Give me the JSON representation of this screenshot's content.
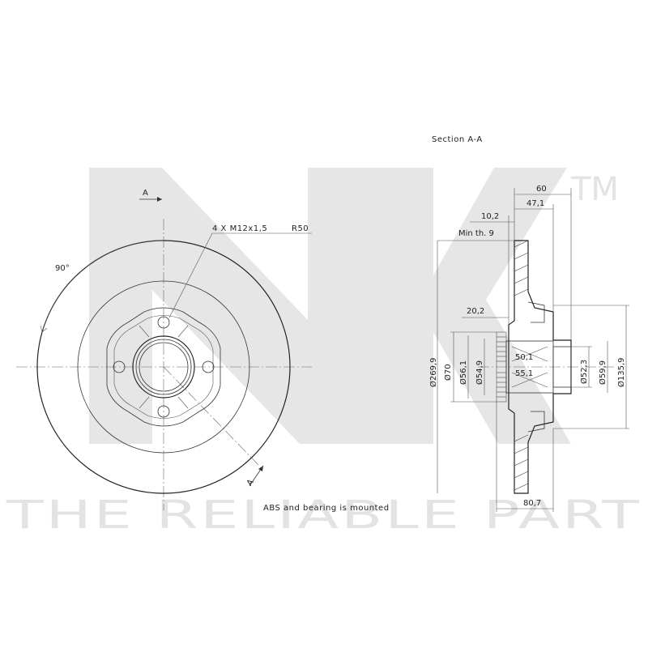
{
  "watermark": {
    "logo_text": "NK",
    "trademark": "TM",
    "tagline": "THE RELIABLE PART"
  },
  "front_view": {
    "section_marker_top": "A",
    "section_marker_bottom": "A",
    "angle_label": "90°",
    "bolt_spec": "4 X M12x1,5",
    "radius_label": "R50"
  },
  "section_view": {
    "title": "Section A-A",
    "dimensions": {
      "d60": "60",
      "d47_1": "47,1",
      "d10_2": "10,2",
      "min_thickness": "Min th. 9",
      "d20_2": "20,2",
      "d50_1": "50,1",
      "d55_1": "55,1",
      "dia_269_9": "Ø269,9",
      "dia_70": "Ø70",
      "dia_56_1": "Ø56,1",
      "dia_54_9": "Ø54,9",
      "dia_52_3": "Ø52,3",
      "dia_59_9": "Ø59,9",
      "dia_135_9": "Ø135,9",
      "d80_7": "80,7"
    }
  },
  "note": "ABS and bearing is mounted",
  "colors": {
    "line": "#333333",
    "watermark": "#e6e6e6"
  }
}
